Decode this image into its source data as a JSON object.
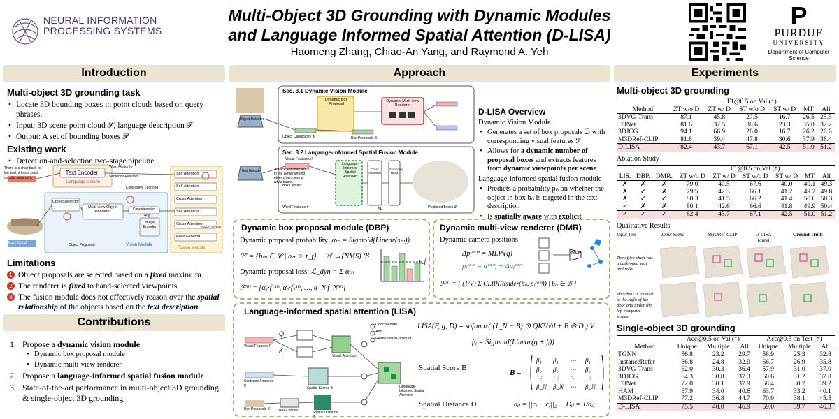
{
  "header": {
    "org": [
      "NEURAL INFORMATION",
      "PROCESSING SYSTEMS"
    ],
    "title_line1": "Multi-Object 3D Grounding with Dynamic Modules",
    "title_line2": "and Language Informed Spatial Attention (D-LISA)",
    "authors": "Haomeng Zhang, Chiao-An Yang, and Raymond A. Yeh",
    "uni_name": "PURDUE",
    "uni_sub": "UNIVERSITY",
    "dept": "Department of Computer Science"
  },
  "intro": {
    "header": "Introduction",
    "task_title": "Multi-object 3D grounding task",
    "task_items": [
      "Locate 3D bounding boxes in point clouds based on query phrases.",
      "Input: 3D scene point cloud 𝒮, language description 𝒯",
      "Output: A set of bounding boxes 𝒫"
    ],
    "existing_title": "Existing work",
    "existing_items": [
      "Detection-and-selection two-stage pipeline"
    ],
    "diagram": {
      "query": "There is a chair back to the wall, it has a small circular table on it.",
      "text_encoder": "Text Encoder",
      "language_module": "Language Module",
      "object_detector": "Object Detector",
      "mv_renderer": "Multi-view Object Renderer",
      "concatenation": "Concatenation",
      "image_encoder": "Image Encoder",
      "vision_module": "Vision Module",
      "fusion_module": "Fusion Module",
      "self_attention": "Self Attention",
      "cross_attention": "Cross Attention",
      "feed_forward": "Feed Forward",
      "object_proposals": "Object Proposals",
      "point_cloud": "Point Cloud",
      "word_features": "Word Features",
      "sentence_features": "Sentence Features",
      "contrastive": "Contrastive Learning",
      "avg": "Avg",
      "object_scores": "Object Scores"
    },
    "limits_title": "Limitations",
    "limits": [
      {
        "num": "1",
        "pre": "Object proposals are selected based on a ",
        "em": "fixed",
        "post": " maximum."
      },
      {
        "num": "2",
        "pre": "The renderer is ",
        "em": "fixed",
        "post": " to hand-selected viewpoints."
      },
      {
        "num": "3",
        "pre": "The fusion module does not effectively reason over the ",
        "em": "spatial relationship",
        "post": " of the objects based on the ",
        "em2": "text description",
        "post2": "."
      }
    ]
  },
  "contrib": {
    "header": "Contributions",
    "items": [
      {
        "n": "1.",
        "pre": "Propose a ",
        "b": "dynamic vision module",
        "subs": [
          "Dynamic box proposal module",
          "Dynamic multi-view renderer"
        ]
      },
      {
        "n": "2.",
        "pre": "Propose a ",
        "b": "language-informed spatial fusion module",
        "subs": []
      },
      {
        "n": "3.",
        "pre": "State-of-the-art performance in multi-object 3D grounding & single-object 3D grounding",
        "b": "",
        "subs": []
      }
    ]
  },
  "approach": {
    "header": "Approach",
    "sec31": "Sec. 3.1 Dynamic Vision Module",
    "sec32": "Sec. 3.2 Language-informed Spatial Fusion Module",
    "dyn_box": "Dynamic Box Proposal",
    "dyn_render": "Dynamic Multi-view Renderer",
    "object_detector": "Object Detector",
    "object_candidates": "Object Candidates 𝒞",
    "box_proposals": "Box Proposals ℬ",
    "caption": "A black armchair sits in the center among other chairs near a white board.",
    "text_encoder": "Text Encoder",
    "visual_features": "Visual Features ℱ",
    "box_centers": "Box Centers",
    "word_features": "Word Features 𝒱",
    "lisa": "Language-Informed Spatial Attention",
    "cross_attn": "Cross Attention",
    "grounding_head": "Grounding Head",
    "predicted_boxes": "Predicted Boxes 𝒫",
    "times_l": "×L",
    "overview_title": "D-LISA Overview",
    "dvm": "Dynamic Vision Module",
    "dvm_items": [
      {
        "pre": "Generates a set of box proposals ℬ with corresponding visual features ℱ",
        "b": "",
        "post": ""
      },
      {
        "pre": "Allows for ",
        "b": "a dynamic number of proposal boxes",
        "post": " and extracts features from ",
        "b2": "dynamic viewpoints per scene"
      }
    ],
    "lisf": "Language-informed spatial fusion module",
    "lisf_items": [
      {
        "pre": "Predicts a probability pₙ on whether the object in box bₙ is targeted in the text description",
        "b": "",
        "post": ""
      },
      {
        "pre": "Is ",
        "b": "spatially aware",
        "post": " with ",
        "b2": "explicit language conditioning"
      }
    ],
    "dbp_title": "Dynamic box proposal module (DBP)",
    "dbp_prob_label": "Dynamic proposal probability:",
    "dbp_prob_eq": "αₘ = Sigmoid(Linear(sₘ))",
    "dbp_set": "ℬ′ = {bₘ ∈ 𝒞 | αₘ > τ_f}",
    "dbp_nms": "ℬ′ →(NMS) ℬ",
    "dbp_loss_label": "Dynamic proposal loss:",
    "dbp_loss_eq": "ℒ_dyn = Σ αₘ",
    "dbp_feat": "ℱ³ᴰ = {α₁·f₁³ᴰ, α₂·f₂³ᴰ, …, α_N·f_N³ᴰ}",
    "tau": "τ_f",
    "dmr_title": "Dynamic multi-view renderer (DMR)",
    "dmr_cam_label": "Dynamic camera positions:",
    "dmr_eq1": "Δpⱼᶜᵃᵐ = MLPⱼ(q)",
    "dmr_eq2": "pⱼᶜᵃᵐ = dᶜᵃᵐⱼ + Δpⱼᶜᵃᵐ",
    "dmr_eq3": "ℱ²ᴰ = { (1/V) Σ CLIP(Render(bₙ, pⱼᶜᵃᵐ)) | bₙ ∈ ℬ }",
    "mlp": "MLP",
    "lisa_title": "Language-informed spatial attention (LISA)",
    "lisa_eq": "LISA(F, g, D) = softmax( (1_N − B) ⊙ QKᵀ/√d + B ⊙ D ) V",
    "lisa_beta": "βᵢ = Sigmoid(Linear(g + fᵢ))",
    "spatial_score": "Spatial Score B",
    "spatial_distance": "Spatial Distance D",
    "dist_eq": "dᵢⱼ = ||cᵢ − cⱼ||₂     Dᵢⱼ = 1/dᵢⱼ",
    "legend": [
      "Concatenate",
      "Add",
      "Elementwise-product"
    ],
    "lisa_labels": {
      "visual_features": "Visual Features F",
      "sentence_features": "Sentence Features g",
      "box_proposals": "Box Proposals ℬ",
      "box_centers": "Box Centers",
      "spatial_scores": "Spatial Scores B",
      "spatial_distance": "Spatial Distance D",
      "visual_attention": "Visual Attention",
      "lisa_out": "Language-Informed Spatial Attention",
      "q": "Q",
      "k": "K",
      "v": "V"
    }
  },
  "experiments": {
    "header": "Experiments",
    "multi_title": "Multi-object 3D grounding",
    "multi_group": "F1@0.5 on Val (↑)",
    "multi_cols": [
      "Method",
      "ZT w/o D",
      "ZT w/ D",
      "ST w/o D",
      "ST w/ D",
      "MT",
      "All"
    ],
    "multi_rows": [
      [
        "3DVG-Trans",
        "87.1",
        "45.8",
        "27.5",
        "16.7",
        "26.5",
        "25.5"
      ],
      [
        "D3Net",
        "81.6",
        "32.5",
        "38.6",
        "23.3",
        "35.0",
        "32.2"
      ],
      [
        "3DJCG",
        "94.1",
        "66.9",
        "26.0",
        "16.7",
        "26.2",
        "26.6"
      ],
      [
        "M3DRef-CLIP",
        "81.8",
        "39.4",
        "47.8",
        "30.6",
        "37.9",
        "38.4"
      ],
      [
        "D-LISA",
        "82.4",
        "43.7",
        "67.1",
        "42.5",
        "51.0",
        "51.2"
      ]
    ],
    "ablation_title": "Ablation Study",
    "abl_group": "F1@0.5 on Val (↑)",
    "abl_cols": [
      "LIS.",
      "DBP.",
      "DMR.",
      "ZT w/o D",
      "ZT w/ D",
      "ST w/o D",
      "ST w/ D",
      "MT",
      "All"
    ],
    "abl_rows": [
      [
        "✗",
        "✗",
        "✗",
        "79.0",
        "40.5",
        "67.6",
        "40.0",
        "49.1",
        "49.3"
      ],
      [
        "✗",
        "✓",
        "✗",
        "79.5",
        "42.3",
        "66.1",
        "41.2",
        "49.2",
        "49.8"
      ],
      [
        "✗",
        "✓",
        "✓",
        "80.3",
        "41.5",
        "66.2",
        "41.4",
        "50.6",
        "50.3"
      ],
      [
        "✓",
        "✗",
        "✗",
        "80.1",
        "42.6",
        "66.6",
        "41.8",
        "49.9",
        "50.4"
      ],
      [
        "✓",
        "✓",
        "✓",
        "82.4",
        "43.7",
        "67.1",
        "42.5",
        "51.0",
        "51.2"
      ]
    ],
    "qual_title": "Qualitative Results",
    "qual_cols": [
      "Input Text",
      "Input Scene",
      "M3DRef-CLIP",
      "D-LISA (ours)",
      "Ground Truth"
    ],
    "qual_texts": [
      "The office chair has a cushioned seat and rolls.",
      "The chair is located to the right of the door and under the left computer screen."
    ],
    "single_title": "Single-object 3D grounding",
    "single_group1": "Acc@0.5 on Val (↑)",
    "single_group2": "Acc@0.5 on Test (↑)",
    "single_cols": [
      "Method",
      "Unique",
      "Multiple",
      "All",
      "Unique",
      "Multiple",
      "All"
    ],
    "single_rows": [
      [
        "TGNN",
        "56.8",
        "23.2",
        "29.7",
        "58.9",
        "25.3",
        "32.8"
      ],
      [
        "InstanceRefer",
        "66.8",
        "24.8",
        "32.9",
        "66.7",
        "26.9",
        "35.8"
      ],
      [
        "3DVG-Trans",
        "62.0",
        "30.3",
        "36.4",
        "57.9",
        "31.0",
        "37.0"
      ],
      [
        "3DJCG",
        "64.3",
        "30.8",
        "37.3",
        "60.6",
        "31.2",
        "37.8"
      ],
      [
        "D3Net",
        "72.0",
        "30.1",
        "37.9",
        "68.4",
        "30.7",
        "39.2"
      ],
      [
        "HAM",
        "67.9",
        "34.0",
        "40.6",
        "63.7",
        "33.2",
        "40.1"
      ],
      [
        "M3DRef-CLIP",
        "77.2",
        "36.8",
        "44.7",
        "70.9",
        "38.1",
        "45.5"
      ],
      [
        "D-LISA",
        "75.5",
        "40.0",
        "46.9",
        "69.0",
        "39.7",
        "46.3"
      ]
    ]
  }
}
